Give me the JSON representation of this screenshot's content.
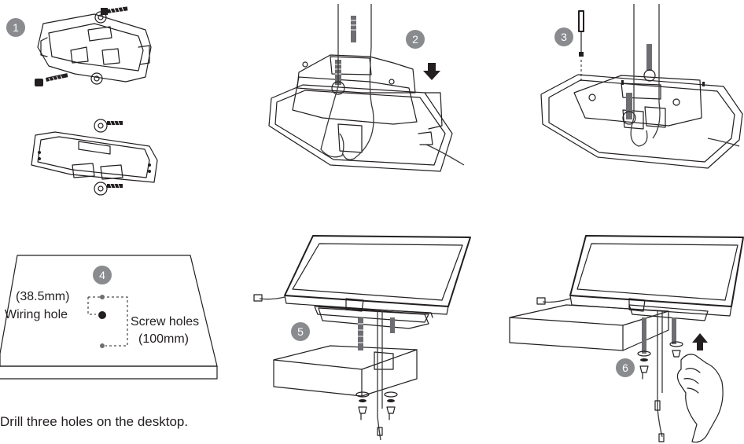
{
  "steps": [
    "1",
    "2",
    "3",
    "4",
    "5",
    "6"
  ],
  "labels": {
    "spacing": "(38.5mm)",
    "wiring_hole": "Wiring hole",
    "screw_holes": "Screw holes",
    "screw_spacing": "(100mm)"
  },
  "caption": "Drill three holes on the desktop.",
  "colors": {
    "badge": "#8a8b8e",
    "line": "#231f20",
    "screw": "#6d6e71"
  }
}
